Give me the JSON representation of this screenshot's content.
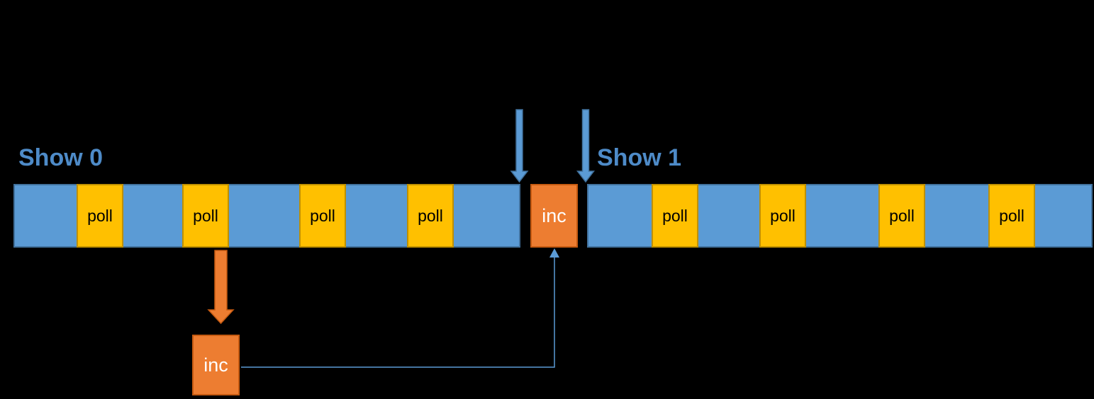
{
  "labels": {
    "show0": "Show 0",
    "show1": "Show 1"
  },
  "timeline": {
    "left_segment": {
      "polls": [
        {
          "label": "poll"
        },
        {
          "label": "poll"
        },
        {
          "label": "poll"
        },
        {
          "label": "poll"
        }
      ]
    },
    "inc_block": {
      "label": "inc"
    },
    "right_segment": {
      "polls": [
        {
          "label": "poll"
        },
        {
          "label": "poll"
        },
        {
          "label": "poll"
        },
        {
          "label": "poll"
        }
      ]
    }
  },
  "deferred_inc_block": {
    "label": "inc"
  },
  "colors": {
    "background": "#000000",
    "bar_fill": "#5B9BD5",
    "bar_border": "#41719C",
    "poll_fill": "#FFC000",
    "poll_border": "#BF9000",
    "inc_fill": "#ED7D31",
    "inc_border": "#C55A11",
    "heading_blue": "#4E8BC8",
    "arrow_blue_fill": "#5B9BD5",
    "arrow_blue_border": "#41719C",
    "connector_blue": "#5B9BD5"
  }
}
